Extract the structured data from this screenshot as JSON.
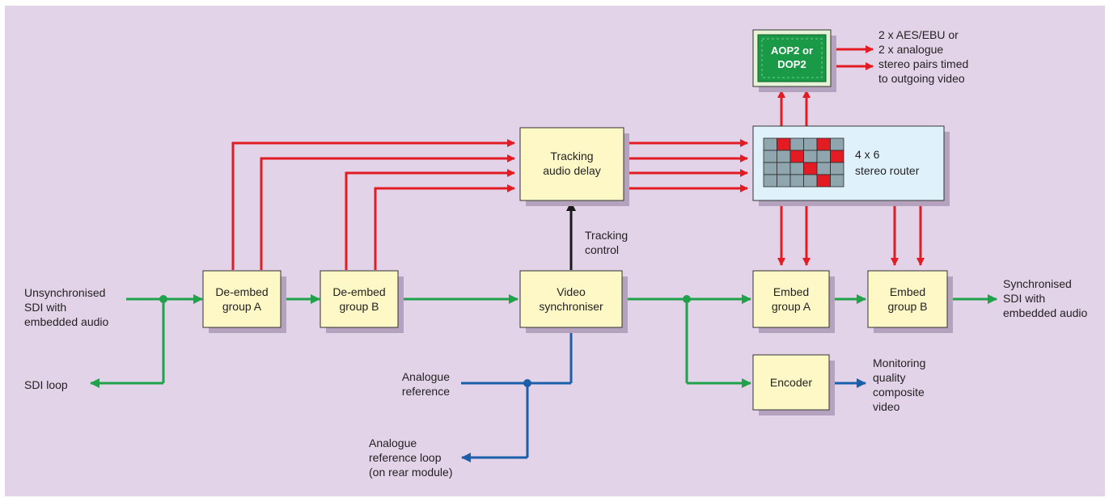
{
  "colors": {
    "background": "#e2d3e8",
    "box_fill": "#fdf8c6",
    "audio": "#e31b23",
    "video": "#1fa24a",
    "reference": "#1b5faa",
    "control": "#1a1a1a",
    "card_green": "#1a9a46",
    "router_fill": "#dff2fb"
  },
  "boxes": {
    "deembed_a": [
      "De-embed",
      "group A"
    ],
    "deembed_b": [
      "De-embed",
      "group B"
    ],
    "tracking_delay": [
      "Tracking",
      "audio delay"
    ],
    "video_sync": [
      "Video",
      "synchroniser"
    ],
    "embed_a": [
      "Embed",
      "group A"
    ],
    "embed_b": [
      "Embed",
      "group B"
    ],
    "encoder": [
      "Encoder"
    ],
    "router": [
      "4 x 6",
      "stereo router"
    ],
    "aop2_card": [
      "AOP2 or",
      "DOP2"
    ]
  },
  "labels": {
    "input": [
      "Unsynchronised",
      "SDI with",
      "embedded audio"
    ],
    "sdi_loop": [
      "SDI loop"
    ],
    "analogue_ref": [
      "Analogue",
      "reference"
    ],
    "analogue_ref_loop": [
      "Analogue",
      "reference loop",
      "(on rear module)"
    ],
    "tracking_control": [
      "Tracking",
      "control"
    ],
    "output": [
      "Synchronised",
      "SDI with",
      "embedded audio"
    ],
    "monitoring": [
      "Monitoring",
      "quality",
      "composite",
      "video"
    ],
    "audio_out": [
      "2 x AES/EBU or",
      "2 x analogue",
      "stereo pairs timed",
      "to outgoing video"
    ]
  },
  "router_grid": {
    "rows": 4,
    "cols": 6,
    "active": [
      [
        0,
        1
      ],
      [
        0,
        4
      ],
      [
        1,
        2
      ],
      [
        1,
        5
      ],
      [
        2,
        3
      ],
      [
        3,
        4
      ]
    ]
  }
}
